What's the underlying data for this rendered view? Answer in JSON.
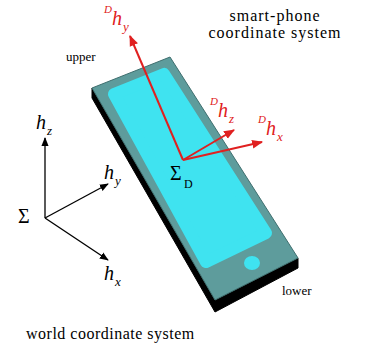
{
  "diagram": {
    "labels": [
      "smart-phone coordinate system",
      "upper",
      "lower",
      "world coordinate system",
      "h",
      "z",
      "h",
      "y",
      "h",
      "x",
      "Σ",
      "D",
      "h",
      "y",
      "D",
      "h",
      "z",
      "D",
      "h",
      "x",
      "Σ",
      "D"
    ]
  }
}
